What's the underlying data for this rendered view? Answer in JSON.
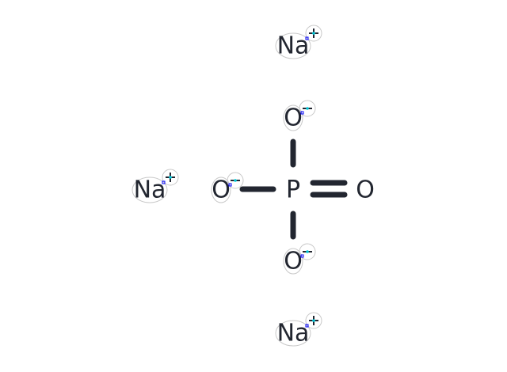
{
  "molecule": {
    "atoms": [
      {
        "id": "na1",
        "label": "Na",
        "charge": "+"
      },
      {
        "id": "na2",
        "label": "Na",
        "charge": "+"
      },
      {
        "id": "na3",
        "label": "Na",
        "charge": "+"
      },
      {
        "id": "o_top",
        "label": "O",
        "charge": "-"
      },
      {
        "id": "o_left",
        "label": "O",
        "charge": "-"
      },
      {
        "id": "p",
        "label": "P",
        "charge": ""
      },
      {
        "id": "o_right",
        "label": "O",
        "charge": ""
      },
      {
        "id": "o_bottom",
        "label": "O",
        "charge": "-"
      }
    ],
    "bonds": [
      {
        "from": "p",
        "to": "o_top",
        "order": 1
      },
      {
        "from": "p",
        "to": "o_left",
        "order": 1
      },
      {
        "from": "p",
        "to": "o_right",
        "order": 2
      },
      {
        "from": "p",
        "to": "o_bottom",
        "order": 1
      }
    ]
  },
  "colors": {
    "atom": "#222630",
    "charge_handle": "#00c8d8",
    "anchor": "#0000ff"
  }
}
